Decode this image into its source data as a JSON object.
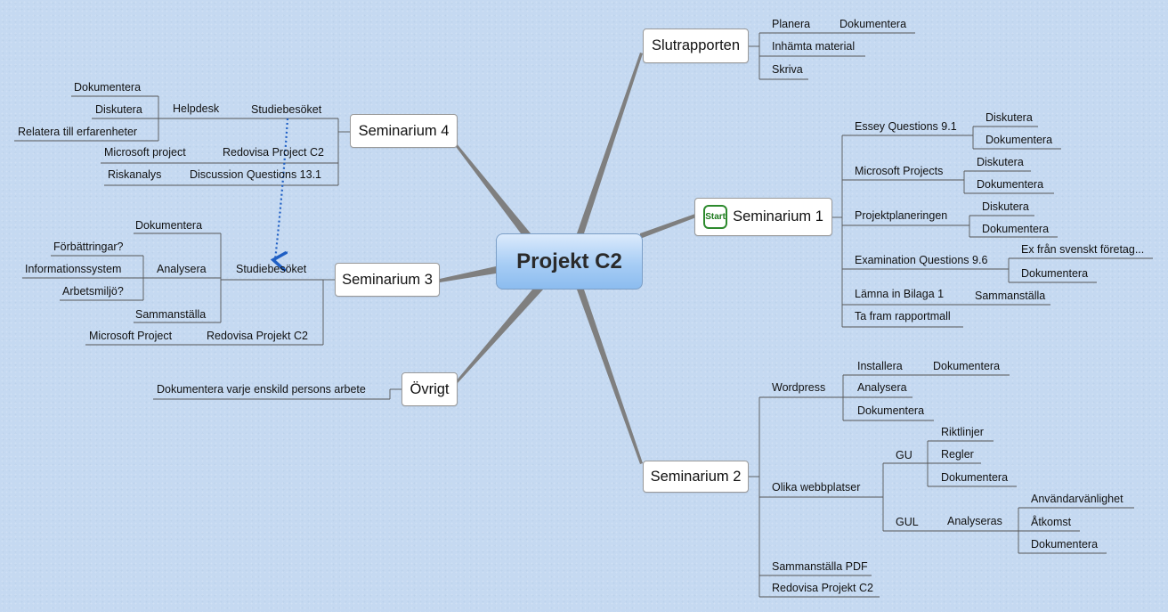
{
  "central": "Projekt C2",
  "start_icon_label": "Start",
  "main": {
    "slutrapporten": "Slutrapporten",
    "seminarium1": "Seminarium 1",
    "seminarium2": "Seminarium 2",
    "seminarium3": "Seminarium 3",
    "seminarium4": "Seminarium 4",
    "ovrigt": "Övrigt"
  },
  "slutrapporten": {
    "planera": "Planera",
    "dokumentera": "Dokumentera",
    "inhamta": "Inhämta material",
    "skriva": "Skriva"
  },
  "seminarium1": {
    "essey": "Essey Questions 9.1",
    "essey_diskutera": "Diskutera",
    "essey_dokumentera": "Dokumentera",
    "microsoft": "Microsoft Projects",
    "ms_diskutera": "Diskutera",
    "ms_dokumentera": "Dokumentera",
    "projektplan": "Projektplaneringen",
    "pp_diskutera": "Diskutera",
    "pp_dokumentera": "Dokumentera",
    "examination": "Examination Questions 9.6",
    "ex_foretag": "Ex från svenskt företag...",
    "ex_dokumentera": "Dokumentera",
    "lamna": "Lämna in Bilaga 1",
    "sammanstalla": "Sammanställa",
    "tafram": "Ta fram rapportmall"
  },
  "seminarium2": {
    "wordpress": "Wordpress",
    "installera": "Installera",
    "inst_dokumentera": "Dokumentera",
    "analysera": "Analysera",
    "wp_dokumentera": "Dokumentera",
    "olika": "Olika webbplatser",
    "gu": "GU",
    "riktlinjer": "Riktlinjer",
    "regler": "Regler",
    "gu_dokumentera": "Dokumentera",
    "gul": "GUL",
    "analyseras": "Analyseras",
    "anvandarvanlighet": "Användarvänlighet",
    "atkomst": "Åtkomst",
    "gul_dokumentera": "Dokumentera",
    "sammanstalla_pdf": "Sammanställa PDF",
    "redovisa": "Redovisa Projekt C2"
  },
  "seminarium3": {
    "studiebesoket": "Studiebesöket",
    "dokumentera": "Dokumentera",
    "analysera": "Analysera",
    "forbattringar": "Förbättringar?",
    "informationssystem": "Informationssystem",
    "arbetsmiljo": "Arbetsmiljö?",
    "sammanstalla": "Sammanställa",
    "redovisa": "Redovisa Projekt C2",
    "microsoft": "Microsoft Project"
  },
  "seminarium4": {
    "studiebesoket": "Studiebesöket",
    "helpdesk": "Helpdesk",
    "dokumentera": "Dokumentera",
    "diskutera": "Diskutera",
    "relatera": "Relatera till erfarenheter",
    "redovisa": "Redovisa Project C2",
    "microsoft": "Microsoft project",
    "discussion": "Discussion Questions 13.1",
    "riskanalys": "Riskanalys"
  },
  "ovrigt": {
    "dokumentera": "Dokumentera varje enskild persons arbete"
  },
  "colors": {
    "connector": "#7f7f7f",
    "relationship": "#1f5fc4",
    "start_icon": "#2d8a2d"
  }
}
